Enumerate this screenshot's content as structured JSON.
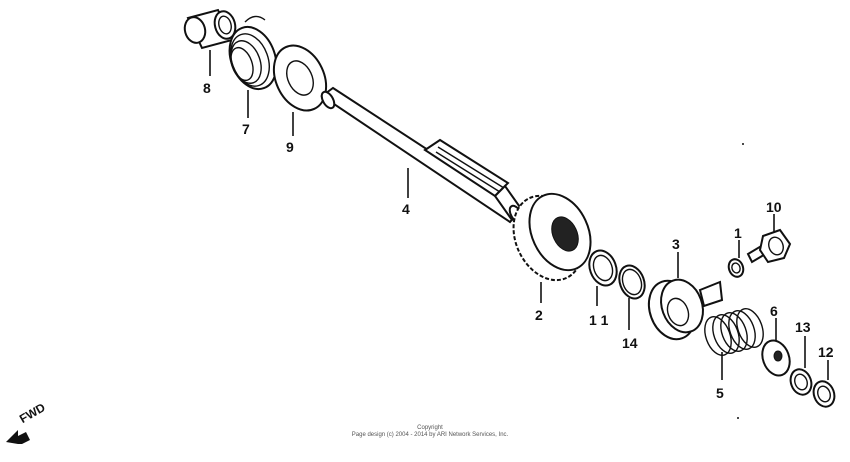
{
  "callouts": {
    "p1": "1",
    "p2": "2",
    "p3": "3",
    "p4": "4",
    "p5": "5",
    "p6": "6",
    "p7": "7",
    "p8": "8",
    "p9": "9",
    "p10": "10",
    "p11": "1 1",
    "p12": "12",
    "p13": "13",
    "p14": "14"
  },
  "fwd_label": "FWD",
  "copyright": {
    "line1": "Copyright",
    "line2": "Page design (c) 2004 - 2014 by ARI Network Services, Inc."
  }
}
